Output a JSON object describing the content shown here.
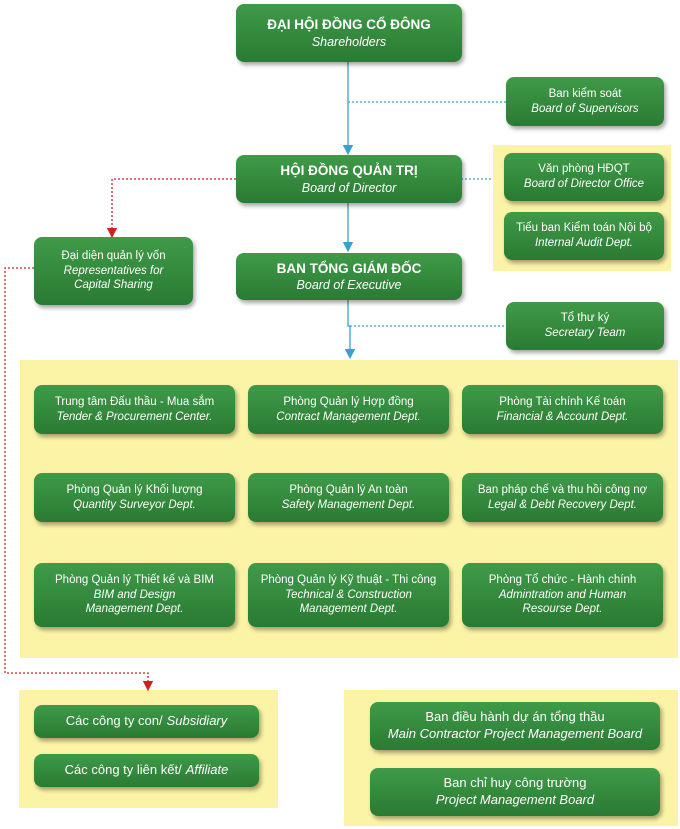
{
  "shareholders": {
    "vn": "ĐẠI HỘI ĐỒNG CỔ ĐÔNG",
    "en": "Shareholders"
  },
  "supervisors": {
    "vn": "Ban kiểm soát",
    "en": "Board of Supervisors"
  },
  "board": {
    "vn": "HỘI ĐỒNG QUẢN TRỊ",
    "en": "Board of Director"
  },
  "board_office": {
    "vn": "Văn phòng HĐQT",
    "en": "Board of Director Office"
  },
  "audit": {
    "vn": "Tiểu ban Kiểm toán Nội bộ",
    "en": "Internal Audit Dept."
  },
  "capital_rep": {
    "vn": "Đại diện quản lý vốn",
    "en1": "Representatives for",
    "en2": "Capital Sharing"
  },
  "executive": {
    "vn": "BAN TỔNG GIÁM ĐỐC",
    "en": "Board of Executive"
  },
  "secretary": {
    "vn": "Tổ thư ký",
    "en": "Secretary Team"
  },
  "departments": [
    {
      "vn": "Trung tâm Đấu thầu - Mua sắm",
      "en": "Tender & Procurement Center."
    },
    {
      "vn": "Phòng Quản lý Hợp đồng",
      "en": "Contract Management Dept."
    },
    {
      "vn": "Phòng Tài chính Kế toán",
      "en": "Financial & Account Dept."
    },
    {
      "vn": "Phòng Quản lý Khối lượng",
      "en": "Quantity Surveyor Dept."
    },
    {
      "vn": "Phòng Quản lý An toàn",
      "en": "Safety Management Dept."
    },
    {
      "vn": "Ban pháp chế và thu hồi công nợ",
      "en": "Legal & Debt Recovery Dept."
    },
    {
      "vn": "Phòng Quản lý Thiết kế và BIM",
      "en1": "BIM and Design",
      "en2": "Management Dept."
    },
    {
      "vn": "Phòng Quản lý Kỹ thuật - Thi công",
      "en1": "Technical & Construction",
      "en2": "Management Dept."
    },
    {
      "vn": "Phòng Tổ chức - Hành chính",
      "en1": "Admintration and Human",
      "en2": "Resourse Dept."
    }
  ],
  "subsidiary": {
    "vn": "Các công ty con/",
    "en": "Subsidiary"
  },
  "affiliate": {
    "vn": "Các công ty liên kết/",
    "en": "Affiliate"
  },
  "main_contractor": {
    "vn": "Ban điều hành dự án tổng thầu",
    "en": "Main Contractor Project Management Board"
  },
  "site_command": {
    "vn": "Ban chỉ huy công trường",
    "en": "Project Management Board"
  },
  "colors": {
    "box": "#2f8a3a",
    "panel": "#fbf3a5",
    "arrow": "#3aa0d0",
    "dotted_red": "#d42020"
  }
}
